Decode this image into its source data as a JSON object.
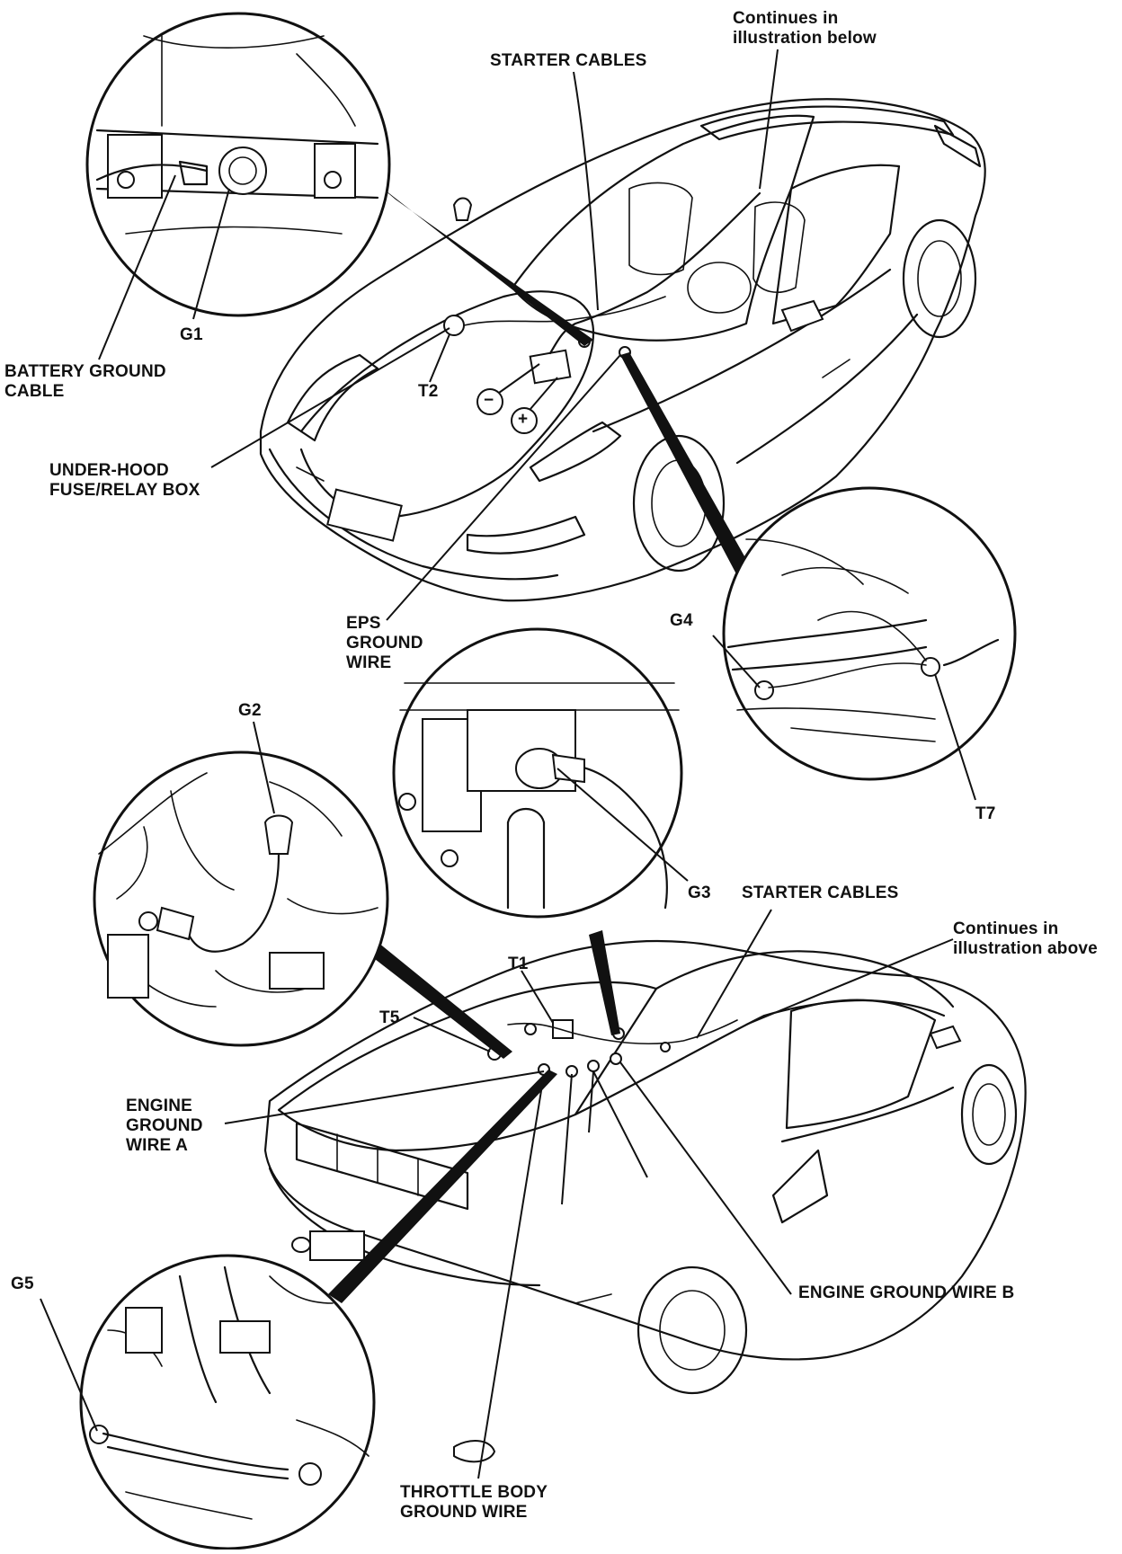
{
  "labels": {
    "continues_below": [
      "Continues in",
      "illustration below"
    ],
    "starter_cables_top": "STARTER CABLES",
    "g1": "G1",
    "battery_ground_cable": [
      "BATTERY GROUND",
      "CABLE"
    ],
    "t2": "T2",
    "under_hood_box": [
      "UNDER-HOOD",
      "FUSE/RELAY BOX"
    ],
    "eps_ground_wire": [
      "EPS",
      "GROUND",
      "WIRE"
    ],
    "g4": "G4",
    "t7": "T7",
    "g2": "G2",
    "g3": "G3",
    "starter_cables_bottom": "STARTER CABLES",
    "continues_above": [
      "Continues in",
      "illustration above"
    ],
    "t1": "T1",
    "t5": "T5",
    "engine_ground_wire_a": [
      "ENGINE",
      "GROUND",
      "WIRE A"
    ],
    "engine_ground_wire_b": "ENGINE GROUND WIRE B",
    "g5": "G5",
    "throttle_body_ground_wire": [
      "THROTTLE BODY",
      "GROUND WIRE"
    ],
    "battery_minus": "−",
    "battery_plus": "+"
  }
}
